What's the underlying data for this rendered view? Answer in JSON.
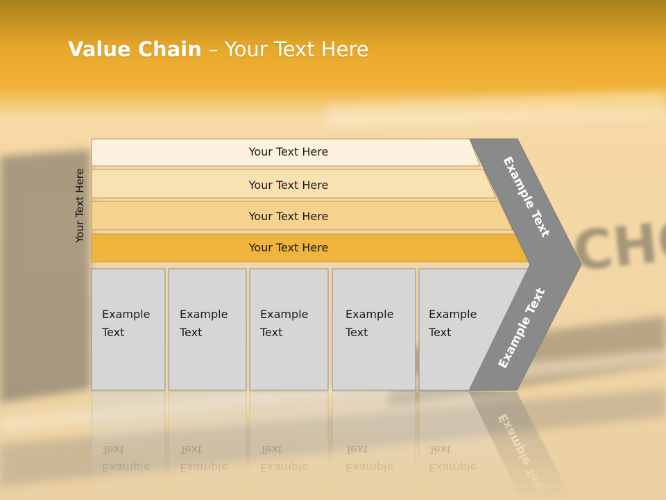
{
  "title": {
    "bold": "Value Chain",
    "rest": " – Your Text Here"
  },
  "side_label": "Your Text Here",
  "bars": [
    {
      "label": "Your Text Here"
    },
    {
      "label": "Your Text Here"
    },
    {
      "label": "Your Text Here"
    },
    {
      "label": "Your Text Here"
    }
  ],
  "boxes": [
    {
      "line1": "Example",
      "line2": "Text"
    },
    {
      "line1": "Example",
      "line2": "Text"
    },
    {
      "line1": "Example",
      "line2": "Text"
    },
    {
      "line1": "Example",
      "line2": "Text"
    },
    {
      "line1": "Example",
      "line2": "Text"
    }
  ],
  "chevron": {
    "upper_label": "Example Text",
    "lower_label": "Example Text"
  },
  "background_text": "SCHOOL",
  "colors": {
    "bar1": "#fcf1df",
    "bar2": "#f9e1b2",
    "bar3": "#f5d38e",
    "bar4": "#efb43c",
    "bar_stroke": "#b99a5a",
    "box_fill": "#d6d6d6",
    "box_stroke": "#8c8c8c",
    "chevron": "#8a8a8a"
  }
}
